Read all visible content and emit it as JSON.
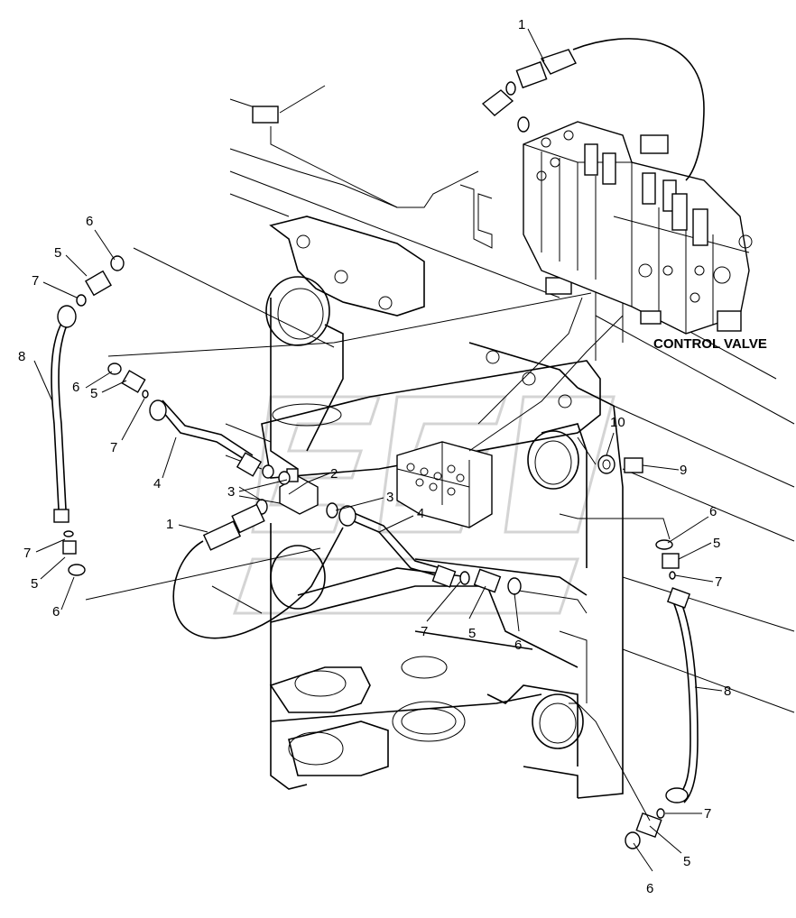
{
  "diagram": {
    "title": "CONTROL VALVE",
    "callouts": [
      {
        "id": "c1a",
        "text": "1"
      },
      {
        "id": "c6a",
        "text": "6"
      },
      {
        "id": "c5a",
        "text": "5"
      },
      {
        "id": "c7a",
        "text": "7"
      },
      {
        "id": "c8a",
        "text": "8"
      },
      {
        "id": "c6b",
        "text": "6"
      },
      {
        "id": "c5b",
        "text": "5"
      },
      {
        "id": "c7b",
        "text": "7"
      },
      {
        "id": "c4a",
        "text": "4"
      },
      {
        "id": "c2",
        "text": "2"
      },
      {
        "id": "c3a",
        "text": "3"
      },
      {
        "id": "c3b",
        "text": "3"
      },
      {
        "id": "c3c",
        "text": "3"
      },
      {
        "id": "c4b",
        "text": "4"
      },
      {
        "id": "c1b",
        "text": "1"
      },
      {
        "id": "c7c",
        "text": "7"
      },
      {
        "id": "c5c",
        "text": "5"
      },
      {
        "id": "c6c",
        "text": "6"
      },
      {
        "id": "c7d",
        "text": "7"
      },
      {
        "id": "c5d",
        "text": "5"
      },
      {
        "id": "c6d",
        "text": "6"
      },
      {
        "id": "c10",
        "text": "10"
      },
      {
        "id": "c9",
        "text": "9"
      },
      {
        "id": "c6e",
        "text": "6"
      },
      {
        "id": "c5e",
        "text": "5"
      },
      {
        "id": "c7e",
        "text": "7"
      },
      {
        "id": "c8b",
        "text": "8"
      },
      {
        "id": "c7f",
        "text": "7"
      },
      {
        "id": "c5f",
        "text": "5"
      },
      {
        "id": "c6f",
        "text": "6"
      }
    ]
  }
}
